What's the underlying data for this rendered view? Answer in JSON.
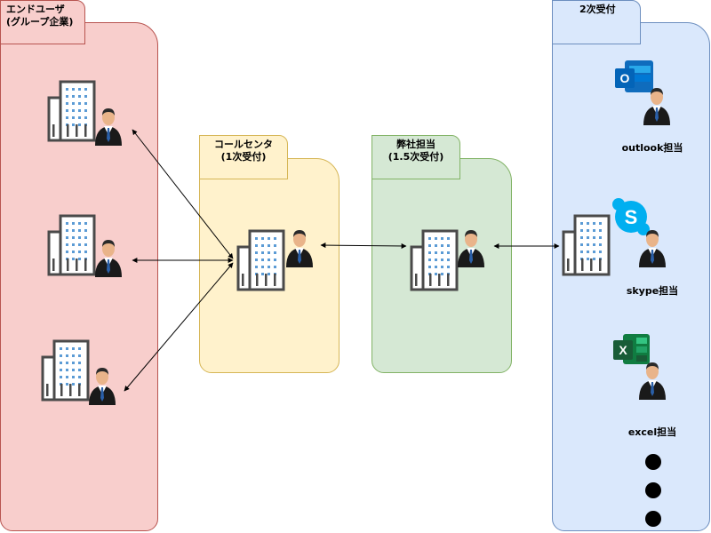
{
  "groups": {
    "end_user": {
      "label": "エンドユーザ\n(グループ企業)",
      "fill": "#f8cecc",
      "stroke": "#b85450"
    },
    "call_center": {
      "label": "コールセンタ\n(1次受付)",
      "fill": "#fff2cc",
      "stroke": "#d6b656"
    },
    "our_company": {
      "label": "弊社担当\n(1.5次受付)",
      "fill": "#d5e8d4",
      "stroke": "#82b366"
    },
    "second_tier": {
      "label": "2次受付",
      "fill": "#dae8fc",
      "stroke": "#6c8ebf"
    }
  },
  "handlers": {
    "outlook": "outlook担当",
    "skype": "skype担当",
    "excel": "excel担当"
  },
  "icons": {
    "building": "office-building-icon",
    "person": "businessman-icon",
    "outlook": "outlook-logo",
    "skype": "skype-logo",
    "excel": "excel-logo",
    "more": "ellipsis-dots-icon"
  }
}
